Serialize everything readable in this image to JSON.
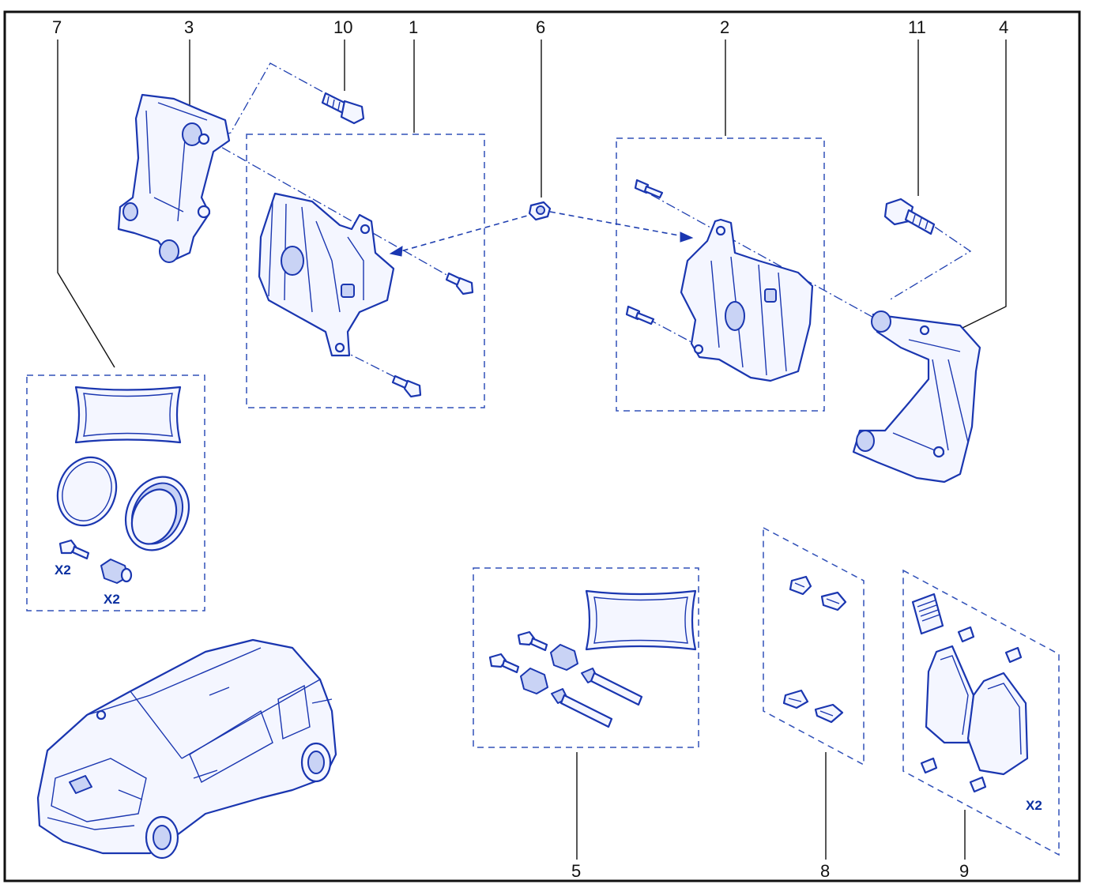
{
  "callouts": {
    "c1": "1",
    "c2": "2",
    "c3": "3",
    "c4": "4",
    "c5": "5",
    "c6": "6",
    "c7": "7",
    "c8": "8",
    "c9": "9",
    "c10": "10",
    "c11": "11"
  },
  "quantities": {
    "kit7_bolt": "X2",
    "kit7_sleeve": "X2",
    "kit9_pads": "X2"
  },
  "colors": {
    "line_art": "#1a36b0",
    "labels": "#111111",
    "frame": "#111111",
    "background": "#ffffff"
  }
}
